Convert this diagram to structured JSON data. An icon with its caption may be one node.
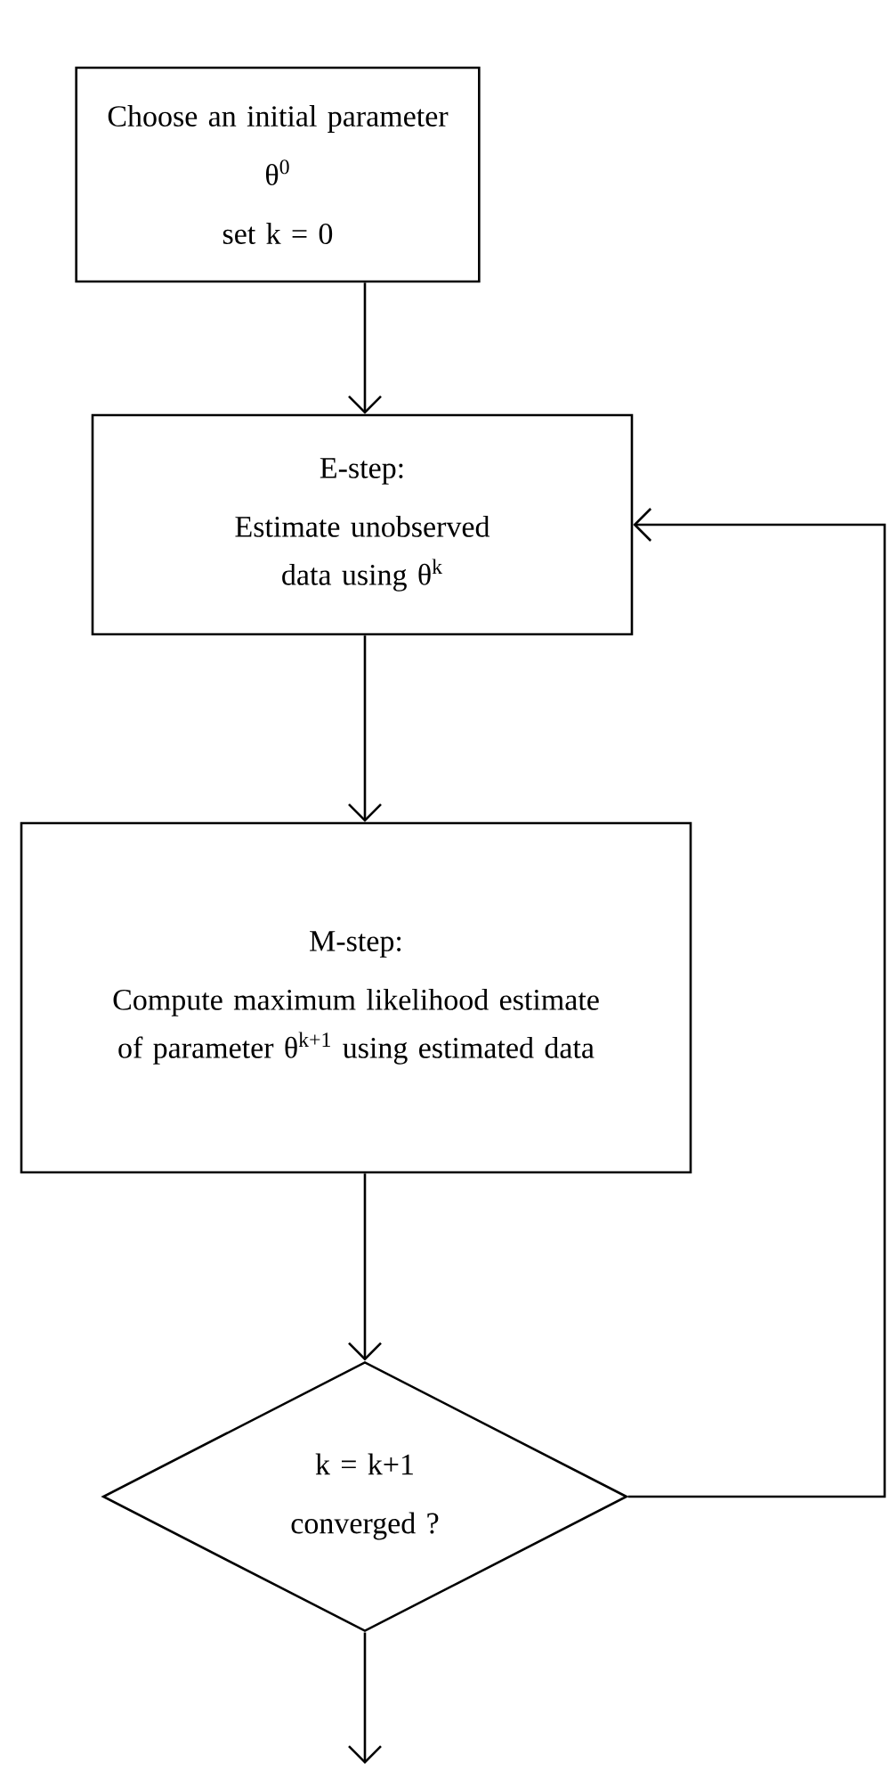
{
  "diagram": {
    "nodes": [
      {
        "text": [
          "Choose an initial parameter",
          "θ$^{0}$",
          "set k = 0"
        ]
      },
      {
        "text": [
          "E-step:",
          "Estimate unobserved data using θ$^{k}$"
        ]
      },
      {
        "text": [
          "M-step:",
          "Compute maximum likelihood estimate of parameter θ$^{k+1}$ using estimated data"
        ]
      },
      {
        "text": [
          "k = k+1",
          "converged ?"
        ]
      }
    ],
    "edges": [
      {
        "from": 0,
        "to": 1,
        "arrow": "to"
      },
      {
        "from": 1,
        "to": 2,
        "arrow": "to"
      },
      {
        "from": 2,
        "to": 3,
        "arrow": "to"
      },
      {
        "from": 3,
        "to": 1,
        "arrow": "to"
      },
      {
        "from": 3,
        "to": null,
        "arrow": "to"
      }
    ]
  }
}
